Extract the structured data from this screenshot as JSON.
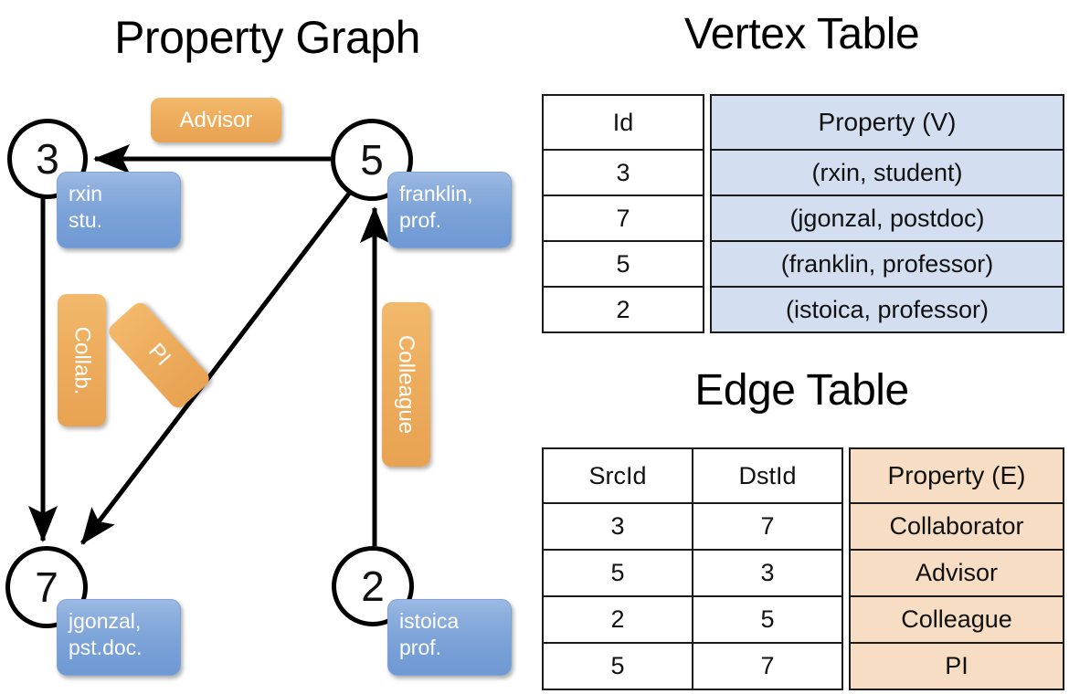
{
  "titles": {
    "property_graph": "Property Graph",
    "vertex_table": "Vertex Table",
    "edge_table": "Edge Table"
  },
  "graph": {
    "nodes": [
      {
        "id": "3",
        "label": "3",
        "property_line1": "rxin",
        "property_line2": "stu."
      },
      {
        "id": "5",
        "label": "5",
        "property_line1": "franklin,",
        "property_line2": "prof."
      },
      {
        "id": "7",
        "label": "7",
        "property_line1": "jgonzal,",
        "property_line2": "pst.doc."
      },
      {
        "id": "2",
        "label": "2",
        "property_line1": "istoica",
        "property_line2": "prof."
      }
    ],
    "edge_labels": [
      {
        "key": "advisor",
        "text": "Advisor"
      },
      {
        "key": "collab",
        "text": "Collab."
      },
      {
        "key": "pi",
        "text": "PI"
      },
      {
        "key": "colleague",
        "text": "Colleague"
      }
    ],
    "edges": [
      {
        "src": "5",
        "dst": "3",
        "label": "Advisor"
      },
      {
        "src": "3",
        "dst": "7",
        "label": "Collab."
      },
      {
        "src": "5",
        "dst": "7",
        "label": "PI"
      },
      {
        "src": "2",
        "dst": "5",
        "label": "Colleague"
      }
    ]
  },
  "vertex_table": {
    "columns": [
      "Id",
      "Property (V)"
    ],
    "rows": [
      {
        "id": "3",
        "property": "(rxin, student)"
      },
      {
        "id": "7",
        "property": "(jgonzal, postdoc)"
      },
      {
        "id": "5",
        "property": "(franklin, professor)"
      },
      {
        "id": "2",
        "property": "(istoica, professor)"
      }
    ]
  },
  "edge_table": {
    "columns": [
      "SrcId",
      "DstId",
      "Property (E)"
    ],
    "rows": [
      {
        "src": "3",
        "dst": "7",
        "property": "Collaborator"
      },
      {
        "src": "5",
        "dst": "3",
        "property": "Advisor"
      },
      {
        "src": "2",
        "dst": "5",
        "property": "Colleague"
      },
      {
        "src": "5",
        "dst": "7",
        "property": "PI"
      }
    ]
  },
  "colors": {
    "vertex_property_cell": "#d3dff1",
    "edge_property_cell": "#f6ddc3",
    "node_box_blue": "#7ba2d8",
    "edge_label_orange": "#eeae5e",
    "line": "#000000"
  }
}
